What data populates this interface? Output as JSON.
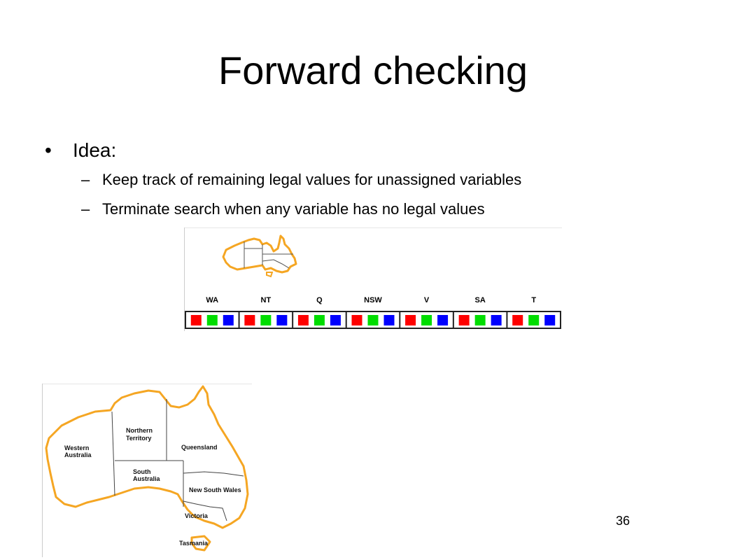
{
  "slide": {
    "title": "Forward checking",
    "bullet": {
      "marker": "•",
      "text": "Idea:",
      "subitems": [
        {
          "marker": "–",
          "text": "Keep track of remaining legal values for unassigned variables"
        },
        {
          "marker": "–",
          "text": "Terminate search when any variable has no legal values"
        }
      ]
    },
    "page_number": "36"
  },
  "domain_table": {
    "variables": [
      "WA",
      "NT",
      "Q",
      "NSW",
      "V",
      "SA",
      "T"
    ],
    "value_colors": [
      "#ff0000",
      "#00dd00",
      "#0000ff"
    ]
  },
  "map": {
    "outline_color": "#f5a623",
    "labels": {
      "wa_line1": "Western",
      "wa_line2": "Australia",
      "nt_line1": "Northern",
      "nt_line2": "Territory",
      "q": "Queensland",
      "sa_line1": "South",
      "sa_line2": "Australia",
      "nsw": "New South Wales",
      "v": "Victoria",
      "t": "Tasmania"
    }
  }
}
